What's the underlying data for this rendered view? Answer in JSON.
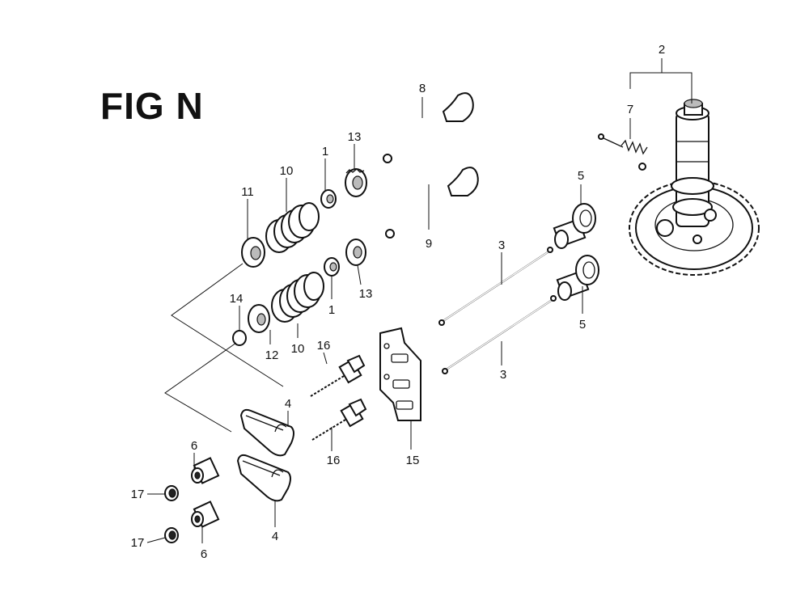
{
  "figure": {
    "title": "FIG N"
  },
  "callouts": {
    "c1a": "1",
    "c1b": "1",
    "c2": "2",
    "c3a": "3",
    "c3b": "3",
    "c4a": "4",
    "c4b": "4",
    "c5a": "5",
    "c5b": "5",
    "c6a": "6",
    "c6b": "6",
    "c7": "7",
    "c8": "8",
    "c9": "9",
    "c10a": "10",
    "c10b": "10",
    "c11": "11",
    "c12": "12",
    "c13a": "13",
    "c13b": "13",
    "c14": "14",
    "c15": "15",
    "c16a": "16",
    "c16b": "16",
    "c17a": "17",
    "c17b": "17"
  }
}
